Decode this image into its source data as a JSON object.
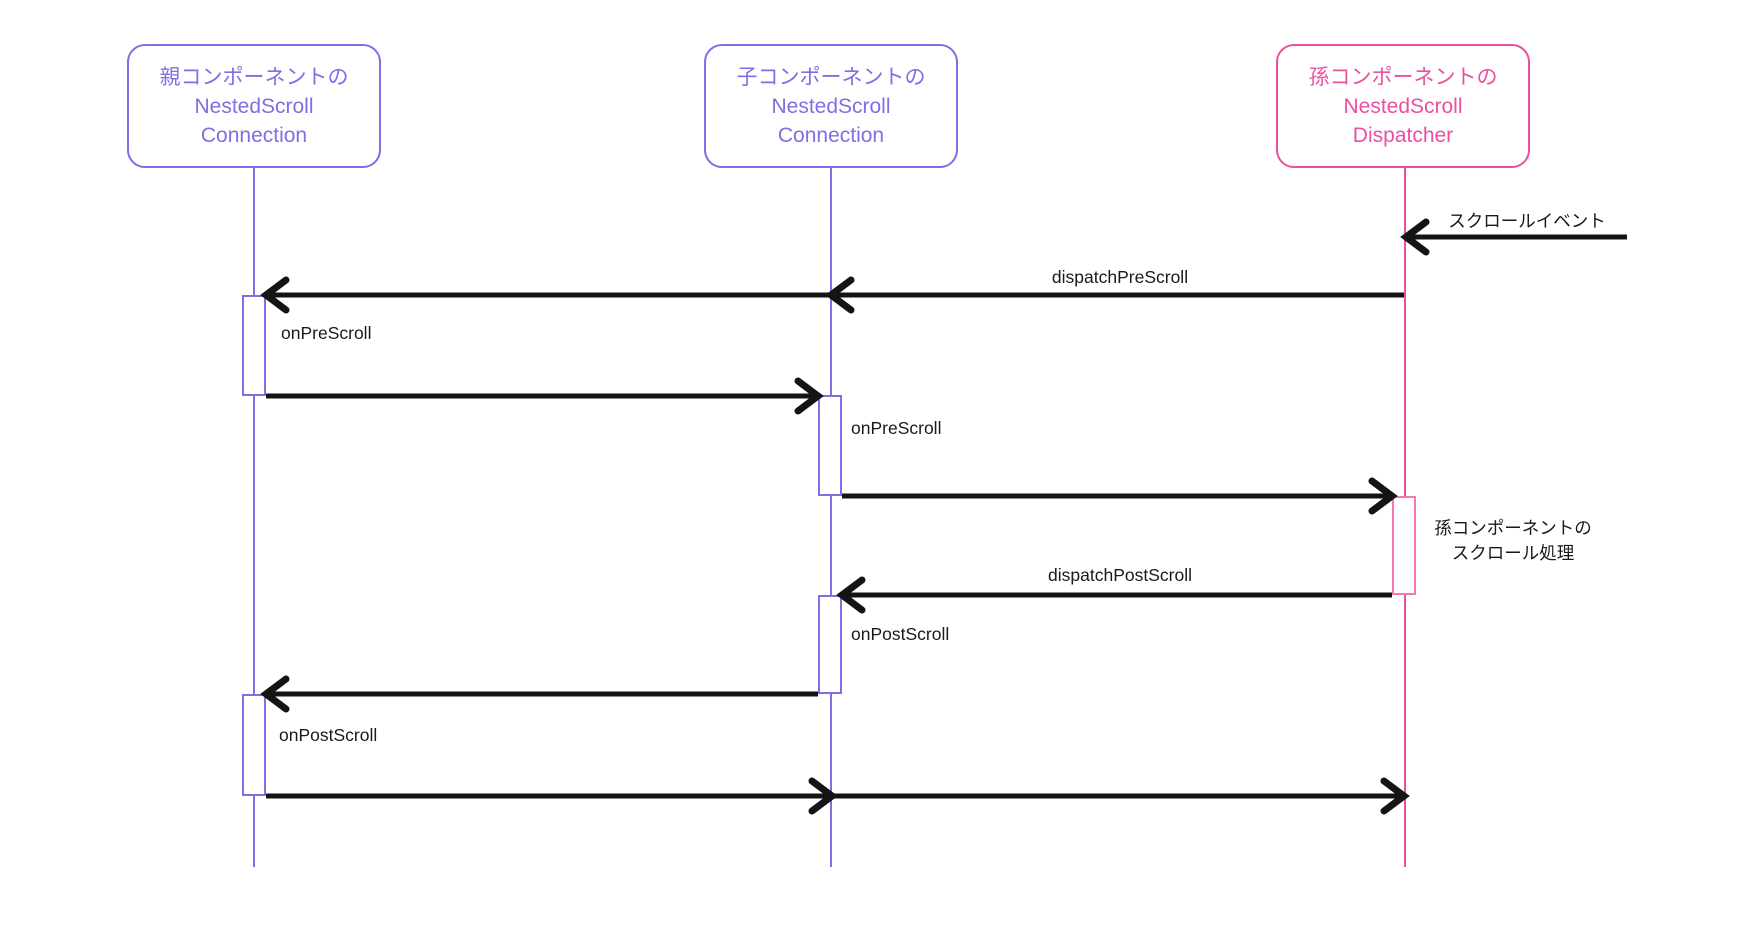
{
  "colors": {
    "purple": "#7c70e4",
    "pink": "#ec4f9f",
    "pink-light": "#f478b6",
    "arrow-black": "#141414",
    "label-text": "#1a1a1a",
    "canvas-bg": "#ffffff"
  },
  "diagram": {
    "type": "sequence-diagram",
    "actors": [
      {
        "id": "parent-nestedscroll-connection",
        "lines": [
          "親コンポーネントの",
          "NestedScroll",
          "Connection"
        ]
      },
      {
        "id": "child-nestedscroll-connection",
        "lines": [
          "子コンポーネントの",
          "NestedScroll",
          "Connection"
        ]
      },
      {
        "id": "grandchild-nestedscroll-dispatcher",
        "lines": [
          "孫コンポーネントの",
          "NestedScroll",
          "Dispatcher"
        ]
      }
    ],
    "messages": {
      "scroll_event": "スクロールイベント",
      "dispatch_pre_scroll": "dispatchPreScroll",
      "on_pre_scroll_parent": "onPreScroll",
      "on_pre_scroll_child": "onPreScroll",
      "dispatch_post_scroll": "dispatchPostScroll",
      "on_post_scroll_child": "onPostScroll",
      "on_post_scroll_parent": "onPostScroll"
    },
    "note": {
      "line1": "孫コンポーネントの",
      "line2": "スクロール処理"
    }
  }
}
